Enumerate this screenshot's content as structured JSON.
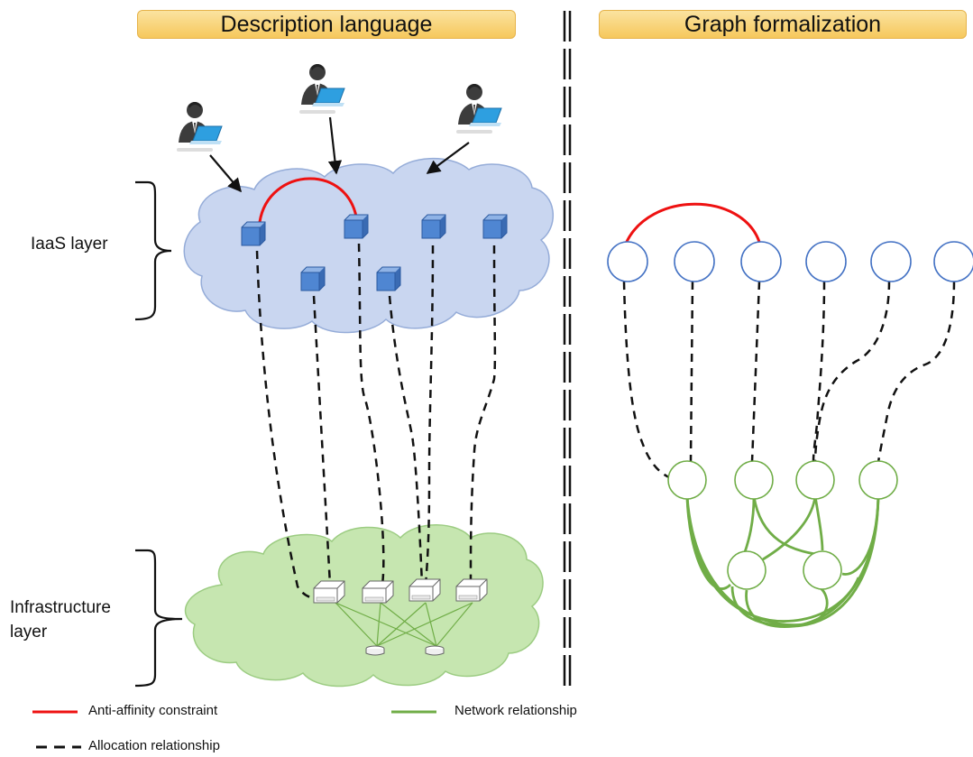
{
  "titles": {
    "left": "Description language",
    "right": "Graph formalization"
  },
  "layers": {
    "iaas": "IaaS layer",
    "infrastructure_line1": "Infrastructure",
    "infrastructure_line2": "layer"
  },
  "legend": {
    "anti_affinity": "Anti-affinity constraint",
    "network": "Network  relationship",
    "allocation": "Allocation relationship"
  },
  "colors": {
    "anti_affinity": "#ee1111",
    "network": "#70ad47",
    "allocation": "#111111",
    "vm_node": "#4472c4",
    "iaas_cloud": "#c9d6f0",
    "infra_cloud": "#c6e6b0",
    "title_box": "#f6c85c"
  },
  "icons": {
    "user": "user-with-laptop-icon",
    "vm": "vm-cube-icon",
    "server": "server-icon",
    "switch": "switch-icon"
  }
}
